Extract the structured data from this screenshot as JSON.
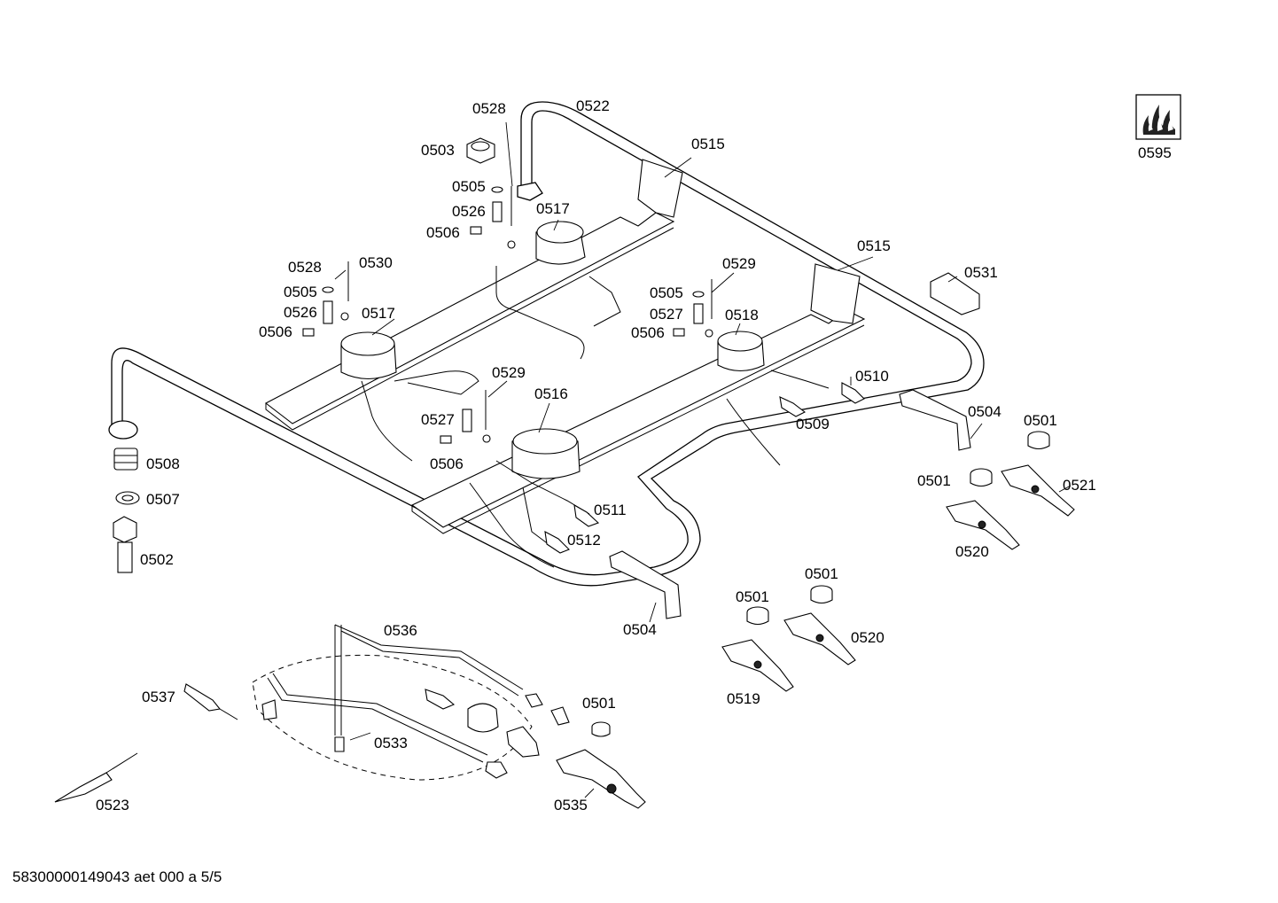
{
  "labels": {
    "p0522": "0522",
    "p0528a": "0528",
    "p0503": "0503",
    "p0515a": "0515",
    "p0505a": "0505",
    "p0526a": "0526",
    "p0517a": "0517",
    "p0506a": "0506",
    "p0595": "0595",
    "p0515b": "0515",
    "p0531": "0531",
    "p0528b": "0528",
    "p0530": "0530",
    "p0505b": "0505",
    "p0526b": "0526",
    "p0517b": "0517",
    "p0506b": "0506",
    "p0529a": "0529",
    "p0505c": "0505",
    "p0527a": "0527",
    "p0518": "0518",
    "p0506c": "0506",
    "p0510": "0510",
    "p0529b": "0529",
    "p0516": "0516",
    "p0527b": "0527",
    "p0506d": "0506",
    "p0509": "0509",
    "p0504a": "0504",
    "p0501a": "0501",
    "p0501b": "0501",
    "p0521": "0521",
    "p0520a": "0520",
    "p0508": "0508",
    "p0507": "0507",
    "p0502": "0502",
    "p0511": "0511",
    "p0512": "0512",
    "p0504b": "0504",
    "p0501c": "0501",
    "p0501d": "0501",
    "p0520b": "0520",
    "p0519": "0519",
    "p0536": "0536",
    "p0537": "0537",
    "p0533": "0533",
    "p0501e": "0501",
    "p0535": "0535",
    "p0523": "0523"
  },
  "footer": "58300000149043 aet 000 a 5/5",
  "icons": {
    "badge": "gas-flame-icon"
  }
}
